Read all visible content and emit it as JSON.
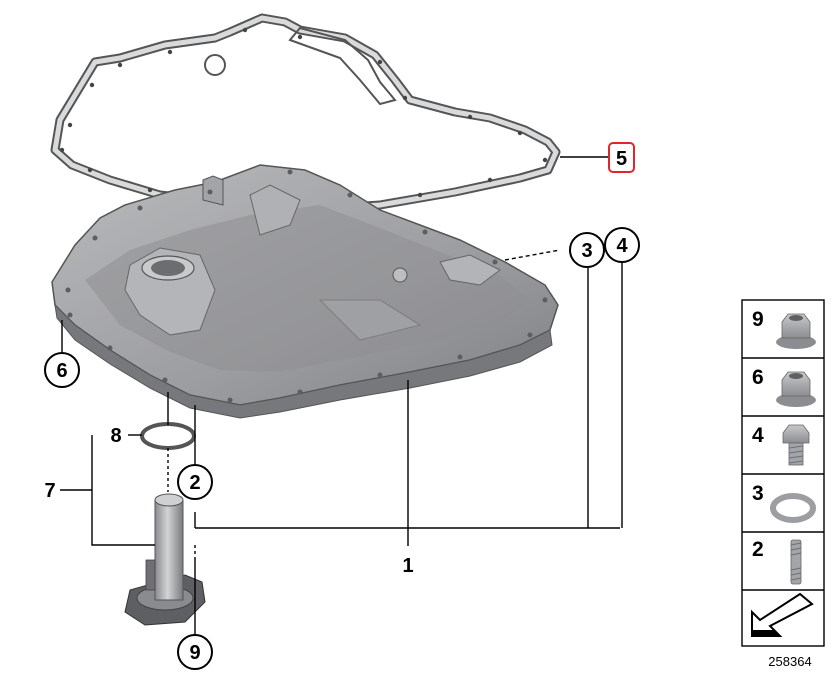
{
  "callouts": {
    "p1": "1",
    "p2": "2",
    "p3": "3",
    "p4": "4",
    "p5": "5",
    "p6": "6",
    "p7": "7",
    "p8": "8",
    "p9": "9"
  },
  "legend": {
    "items": [
      {
        "number": "9",
        "icon": "flange-nut-icon"
      },
      {
        "number": "6",
        "icon": "flange-nut-icon"
      },
      {
        "number": "4",
        "icon": "hex-bolt-icon"
      },
      {
        "number": "3",
        "icon": "sealing-ring-icon"
      },
      {
        "number": "2",
        "icon": "stud-icon"
      },
      {
        "number": "",
        "icon": "arrow-icon"
      }
    ]
  },
  "diagram_id": "258364",
  "colors": {
    "highlight": "#e0262b",
    "part_fill": "#a8a9ab",
    "part_shade": "#7d7e81",
    "line": "#000000"
  }
}
